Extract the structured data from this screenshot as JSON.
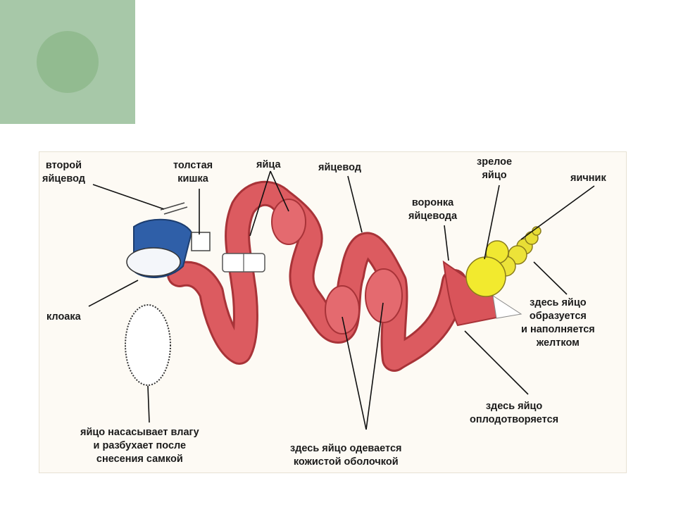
{
  "labels": {
    "second_oviduct": "второй\nяйцевод",
    "large_intestine": "толстая\nкишка",
    "eggs": "яйца",
    "oviduct": "яйцевод",
    "mature_egg": "зрелое\nяйцо",
    "ovary": "яичник",
    "oviduct_funnel": "воронка\nяйцевода",
    "cloaca": "клоака",
    "egg_forms": "здесь яйцо\nобразуется\nи наполняется\nжелтком",
    "fertilization": "здесь яйцо\nоплодотворяется",
    "shell_forms": "здесь яйцо одевается\nкожистой оболочкой",
    "egg_absorbs": "яйцо насасывает влагу\nи разбухает после\nснесения самкой"
  },
  "colors": {
    "tract": "#d9545a",
    "tract_edge": "#a83338",
    "cloaca_blue": "#2f5fa8",
    "yolk": "#f0e832",
    "background_green": "#a7c8a8",
    "circle_green": "#92bb90"
  }
}
